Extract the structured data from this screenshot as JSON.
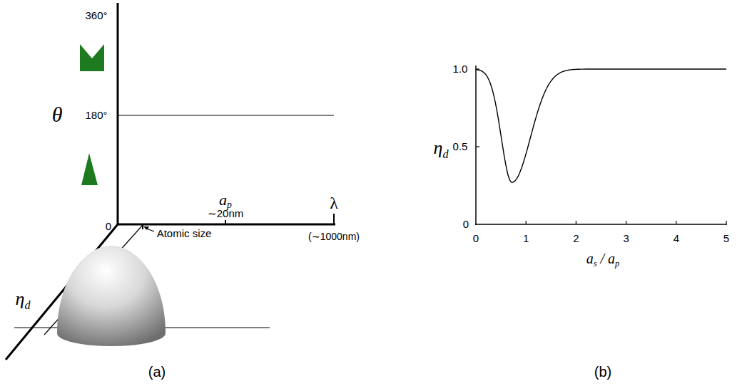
{
  "diagram": {
    "labels": [
      "360°",
      "θ",
      "180°",
      "0",
      "ap",
      "∼20nm",
      "Atomic size",
      "λ",
      "(∼1000nm)",
      "ηd",
      "(a)",
      "1.0",
      "0.5",
      "0",
      "ηd",
      "0",
      "1",
      "2",
      "3",
      "4",
      "5",
      "as / ap",
      "(b)"
    ]
  }
}
